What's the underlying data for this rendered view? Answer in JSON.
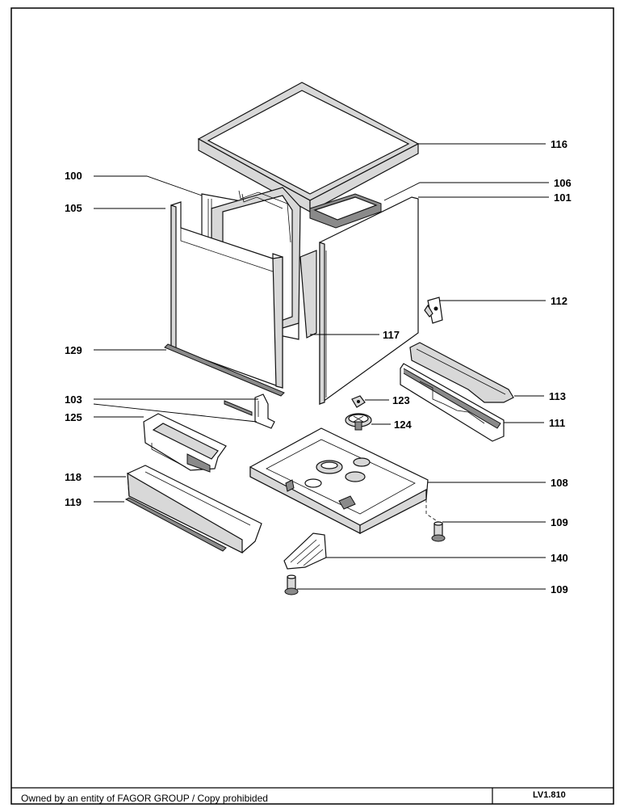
{
  "callouts": {
    "c100": "100",
    "c105": "105",
    "c116": "116",
    "c106": "106",
    "c101": "101",
    "c112": "112",
    "c129": "129",
    "c117": "117",
    "c113": "113",
    "c103": "103",
    "c123": "123",
    "c125": "125",
    "c111": "111",
    "c124": "124",
    "c118": "118",
    "c108": "108",
    "c119": "119",
    "c109a": "109",
    "c140": "140",
    "c109b": "109"
  },
  "footer": {
    "ownership": "Owned by an entity of FAGOR GROUP / Copy prohibided",
    "drawing_code": "LV1.810"
  }
}
